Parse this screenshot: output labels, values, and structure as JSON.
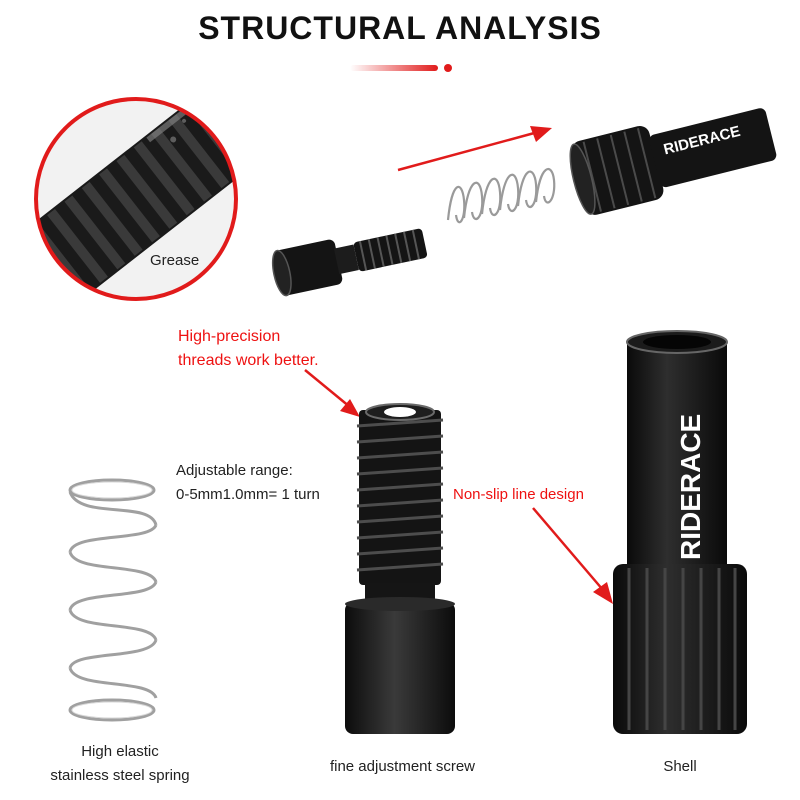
{
  "title": "STRUCTURAL ANALYSIS",
  "brand_mark": "RIDERACE",
  "callouts": {
    "grease": "Grease",
    "thread_line1": "High-precision",
    "thread_line2": "threads work better.",
    "range_line1": "Adjustable range:",
    "range_line2": "0-5mm1.0mm= 1 turn",
    "nonslip": "Non-slip line design"
  },
  "captions": {
    "spring_line1": "High elastic",
    "spring_line2": "stainless steel spring",
    "screw": "fine adjustment screw",
    "shell": "Shell"
  },
  "colors": {
    "accent": "#e11b1b",
    "part": "#141414",
    "text": "#222222"
  }
}
